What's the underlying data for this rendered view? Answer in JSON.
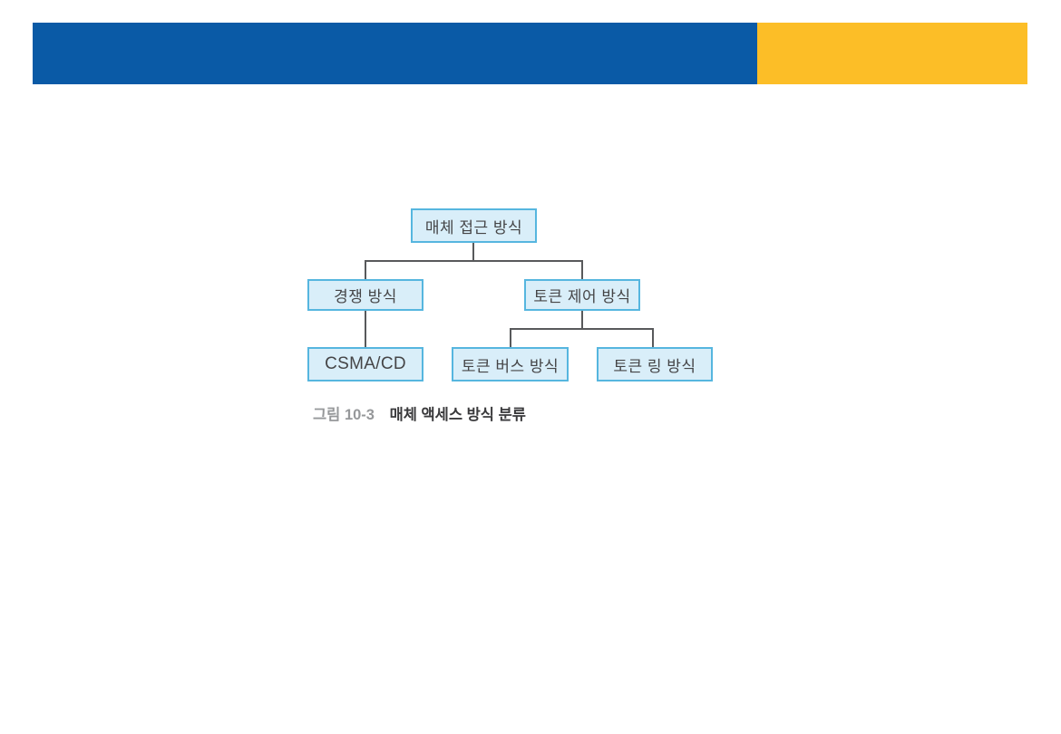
{
  "header": {
    "blue_color": "#0a5aa6",
    "yellow_color": "#fcbe27"
  },
  "diagram": {
    "type": "tree",
    "nodes": [
      {
        "id": "root",
        "label": "매체 접근 방식",
        "parent": null
      },
      {
        "id": "contention",
        "label": "경쟁 방식",
        "parent": "root"
      },
      {
        "id": "token-control",
        "label": "토큰 제어 방식",
        "parent": "root"
      },
      {
        "id": "csma-cd",
        "label": "CSMA/CD",
        "parent": "contention"
      },
      {
        "id": "token-bus",
        "label": "토큰 버스 방식",
        "parent": "token-control"
      },
      {
        "id": "token-ring",
        "label": "토큰 링 방식",
        "parent": "token-control"
      }
    ],
    "node_fill_color": "#d9eef9",
    "node_border_color": "#56b6df",
    "connector_color": "#58595b"
  },
  "caption": {
    "figure_label": "그림 10-3",
    "figure_title": "매체 액세스 방식 분류"
  }
}
